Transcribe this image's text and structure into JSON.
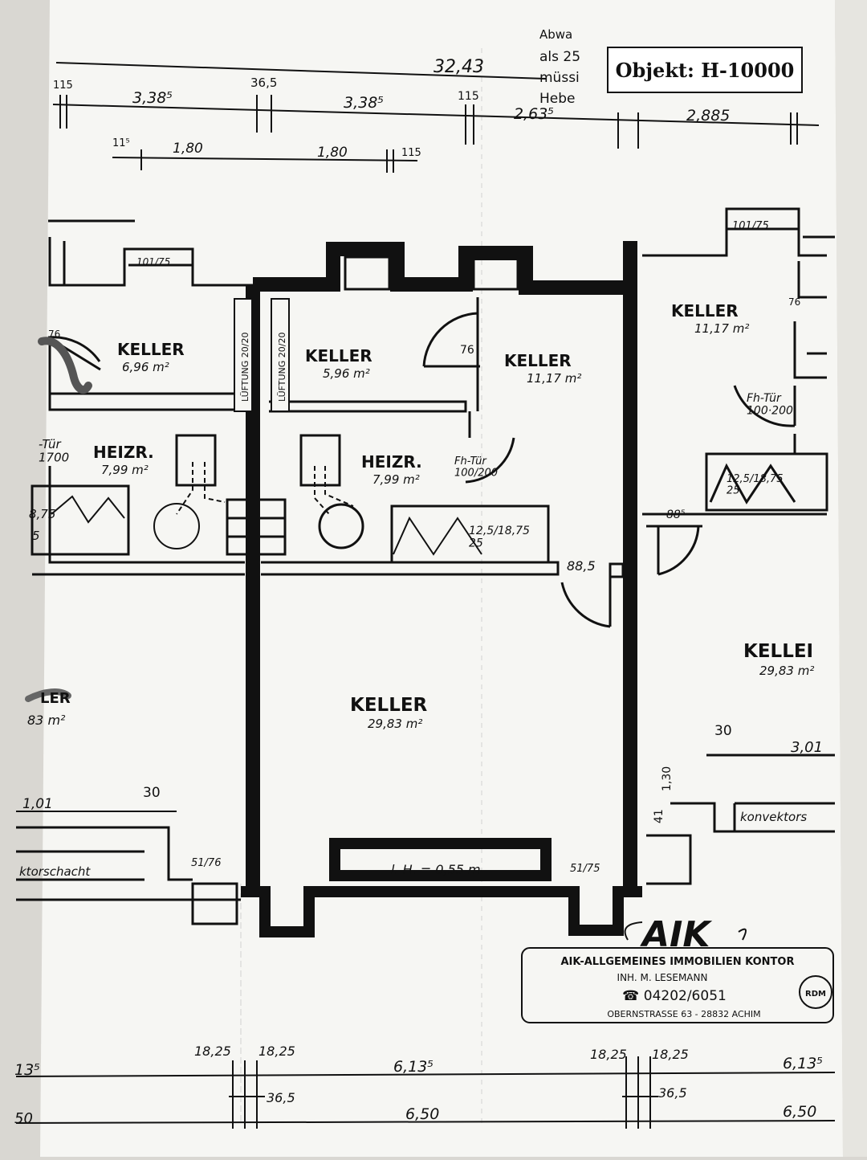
{
  "header": {
    "objekt_label": "Objekt: H-10000",
    "note_lines": [
      "Abwa",
      "als 25",
      "müssi",
      "Hebe"
    ]
  },
  "dimensions_top": {
    "total": "32,43",
    "row1": [
      "115",
      "3,38⁵",
      "36,5",
      "3,38⁵",
      "115",
      "2,63⁵",
      "2,885"
    ],
    "row2": [
      "11⁵",
      "1,80",
      "1,80",
      "115"
    ]
  },
  "rooms": {
    "left_keller": {
      "name": "KELLER",
      "area": "6,96 m²",
      "door": "76"
    },
    "left_heizr": {
      "name": "HEIZR.",
      "area": "7,99 m²",
      "door": "-Tür\n1700"
    },
    "left_window": "101/75",
    "left_stair": [
      "8,75",
      "5"
    ],
    "left_large": {
      "name": "LER",
      "area": "83 m²"
    },
    "left_dim_30": "30",
    "left_dim_101": "1,01",
    "left_konvektor": "ktorschacht",
    "left_window_bottom": "51/76",
    "center_keller_small": {
      "name": "KELLER",
      "area": "5,96 m²"
    },
    "center_keller_mid": {
      "name": "KELLER",
      "area": "11,17 m²",
      "door": "76"
    },
    "center_heizr": {
      "name": "HEIZR.",
      "area": "7,99 m²",
      "door": "Fh-Tür\n100/200"
    },
    "center_stair": "12,5/18,75\n25",
    "center_door": "88,5",
    "center_large": {
      "name": "KELLER",
      "area": "29,83 m²"
    },
    "center_lh": "l. H. = 0,55 m",
    "center_window_bottom": "51/75",
    "lueftung": [
      "LÜFTUNG 20/20",
      "LÜFTUNG 20/20"
    ],
    "right_window": "101/75",
    "right_keller": {
      "name": "KELLER",
      "area": "11,17 m²",
      "door": "76"
    },
    "right_door": "Fh-Tür\n100·200",
    "right_stair": "12,5/18,75\n25",
    "right_door_88": "88⁵",
    "right_large": {
      "name": "KELLEI",
      "area": "29,83 m²"
    },
    "right_dim_30": "30",
    "right_dim_301": "3,01",
    "right_dim_130": "1,30",
    "right_dim_41": "41",
    "right_konvektor": "konvektors"
  },
  "stamp": {
    "logo": "AIK",
    "company": "AIK-ALLGEMEINES IMMOBILIEN KONTOR",
    "owner": "INH. M. LESEMANN",
    "phone": "☎ 04202/6051",
    "address": "OBERNSTRASSE 63 - 28832 ACHIM",
    "seal": "RDM"
  },
  "dimensions_bottom": {
    "left_13": "13⁵",
    "left_50": "50",
    "d1825a": "18,25",
    "d1825b": "18,25",
    "d365a": "36,5",
    "d6135a": "6,13⁵",
    "d650a": "6,50",
    "d1825c": "18,25",
    "d1825d": "18,25",
    "d365b": "36,5",
    "d6135b": "6,13⁵",
    "d650b": "6,50"
  }
}
